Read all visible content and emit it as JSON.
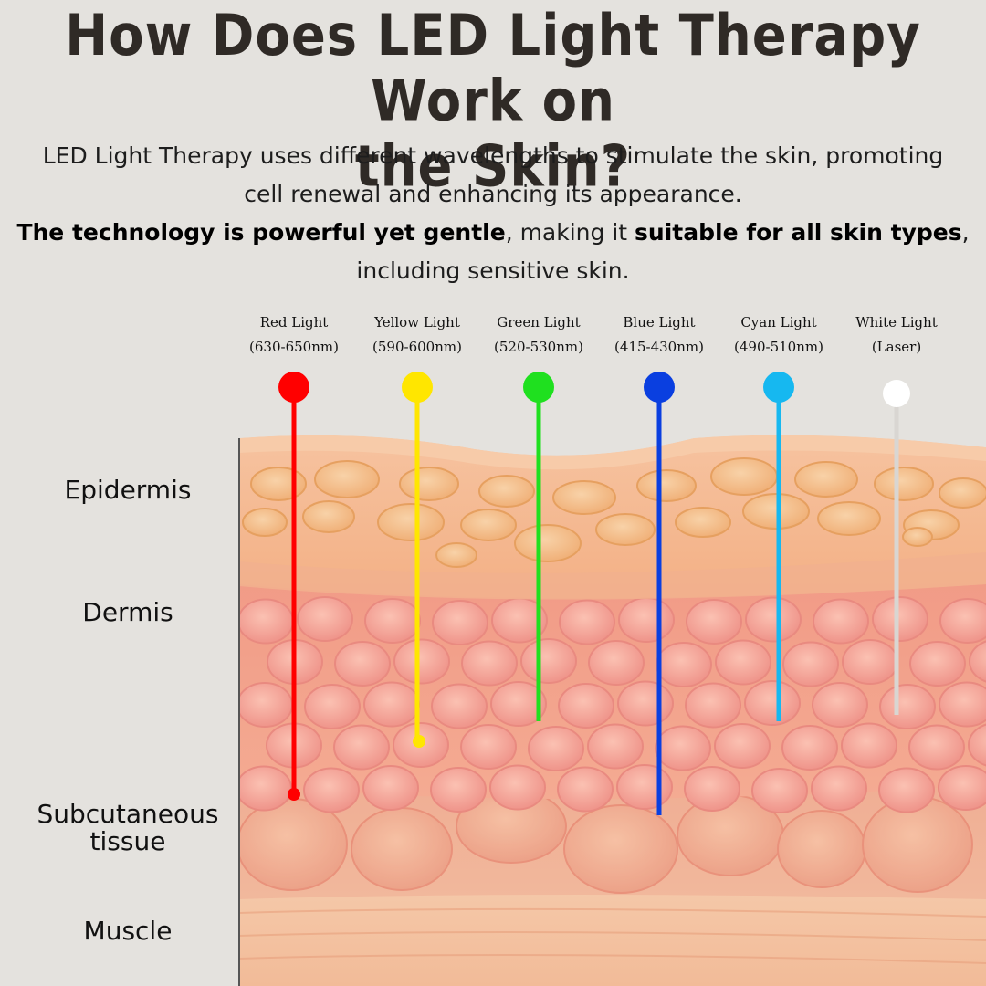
{
  "title": {
    "line1": "How Does LED Light Therapy Work on",
    "line2": "the Skin?"
  },
  "intro": {
    "line1": "LED Light Therapy uses different wavelengths to stimulate the skin, promoting",
    "line2": "cell renewal and enhancing its appearance.",
    "line3_bold_a": "The technology is powerful yet gentle",
    "line3_mid": ", making it ",
    "line3_bold_b": "suitable for all skin types",
    "line3_end": ",",
    "line4": "including sensitive skin."
  },
  "lights": [
    {
      "name": "Red Light",
      "range": "(630-650nm)",
      "color": "#ff0000",
      "depth": "subcutaneous-top"
    },
    {
      "name": "Yellow Light",
      "range": "(590-600nm)",
      "color": "#ffe600",
      "depth": "dermis-lower"
    },
    {
      "name": "Green Light",
      "range": "(520-530nm)",
      "color": "#1fe01f",
      "depth": "dermis-mid"
    },
    {
      "name": "Blue Light",
      "range": "(415-430nm)",
      "color": "#0a3fe0",
      "depth": "dermis-base"
    },
    {
      "name": "Cyan Light",
      "range": "(490-510nm)",
      "color": "#16b8f0",
      "depth": "dermis-mid"
    },
    {
      "name": "White Light",
      "range": "(Laser)",
      "color": "#ffffff",
      "depth": "dermis-mid"
    }
  ],
  "layers": {
    "epidermis": "Epidermis",
    "dermis": "Dermis",
    "subcutaneous_1": "Subcutaneous",
    "subcutaneous_2": "tissue",
    "muscle": "Muscle"
  },
  "colors": {
    "background": "#e4e2de",
    "title": "#2f2a26",
    "skin_surface": "#f2b38c",
    "epidermis": "#f4bf95",
    "dermis": "#f2a58c",
    "subcutaneous": "#f0b096",
    "muscle": "#f3c5a6"
  }
}
